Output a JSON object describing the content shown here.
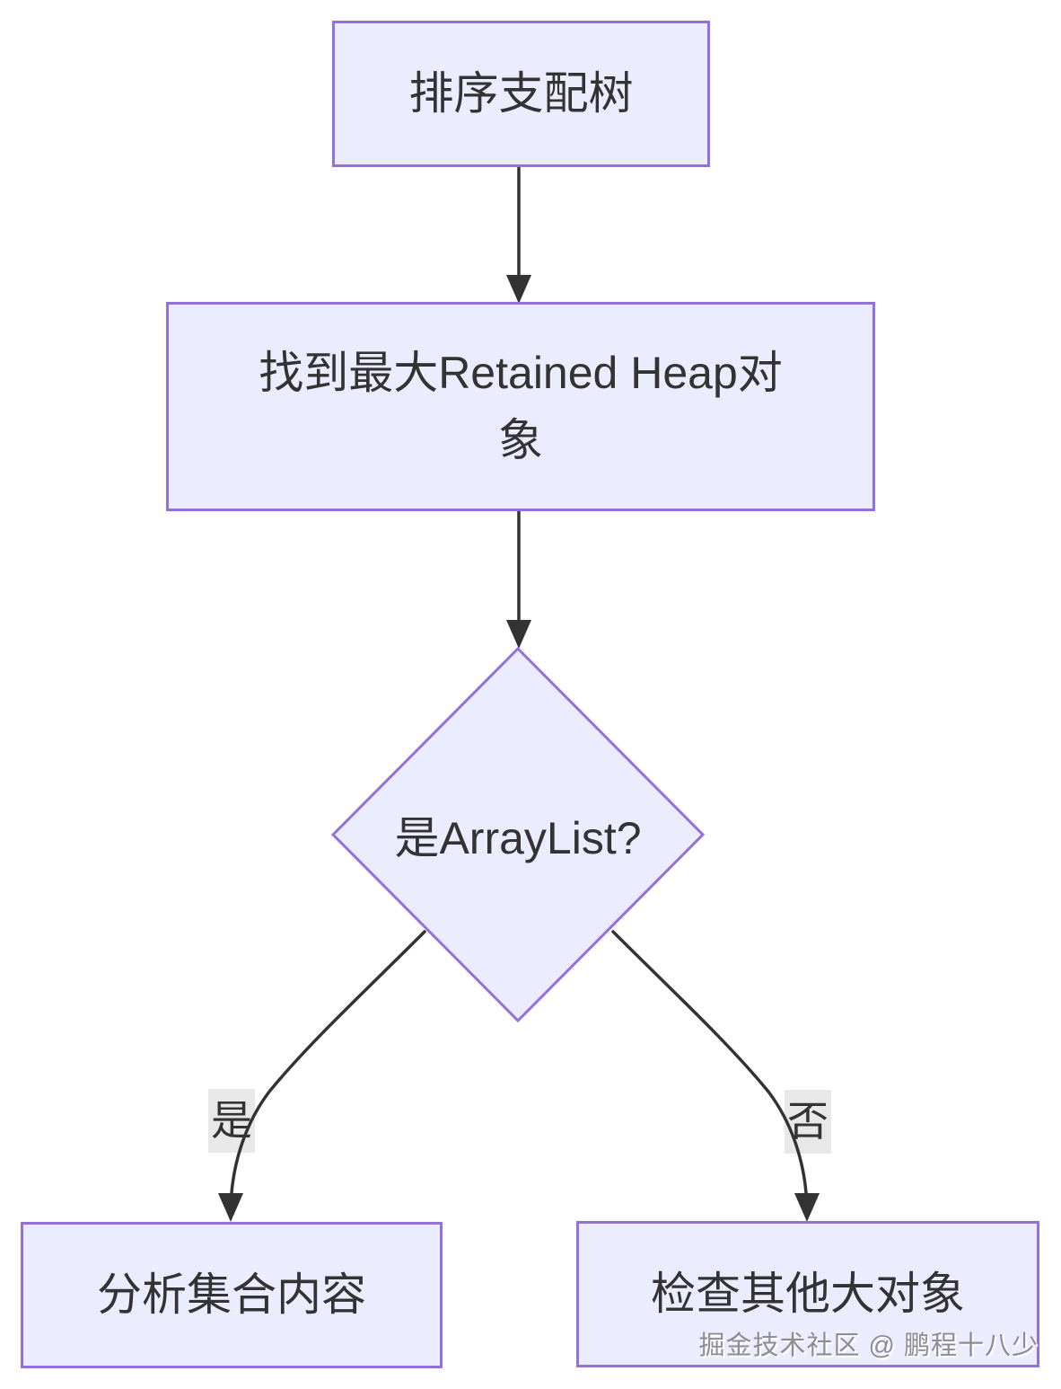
{
  "diagram": {
    "type": "flowchart",
    "direction": "top-down",
    "nodes": [
      {
        "id": "A",
        "shape": "rect",
        "label": "排序支配树"
      },
      {
        "id": "B",
        "shape": "rect",
        "label": "找到最大Retained Heap对\n象"
      },
      {
        "id": "C",
        "shape": "diamond",
        "label": "是ArrayList?"
      },
      {
        "id": "D",
        "shape": "rect",
        "label": "分析集合内容"
      },
      {
        "id": "E",
        "shape": "rect",
        "label": "检查其他大对象"
      }
    ],
    "edges": [
      {
        "from": "A",
        "to": "B",
        "label": ""
      },
      {
        "from": "B",
        "to": "C",
        "label": ""
      },
      {
        "from": "C",
        "to": "D",
        "label": "是"
      },
      {
        "from": "C",
        "to": "E",
        "label": "否"
      }
    ],
    "watermark": "掘金技术社区 @ 鹏程十八少",
    "colors": {
      "node_fill": "#ECECFF",
      "node_border": "#9370DB",
      "edge": "#333333",
      "text": "#333333",
      "edge_label_bg": "#e8e8e8",
      "watermark_text": "#8d8d93",
      "background": "#ffffff"
    }
  }
}
